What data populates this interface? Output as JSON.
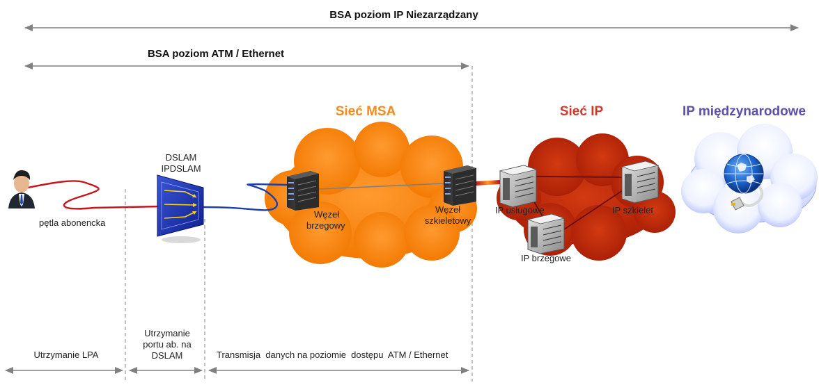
{
  "spans": {
    "ip_unmanaged": "BSA poziom IP Niezarządzany",
    "atm_ethernet": "BSA poziom ATM / Ethernet"
  },
  "regions": {
    "msa": "Sieć MSA",
    "ip": "Sieć IP",
    "international": "IP międzynarodowe"
  },
  "nodes": {
    "dslam_line1": "DSLAM",
    "dslam_line2": "IPDSLAM",
    "edge_line1": "Węzeł",
    "edge_line2": "brzegowy",
    "core_line1": "Węzeł",
    "core_line2": "szkieletowy",
    "ip_service": "IP usługowe",
    "ip_backbone": "IP szkielet",
    "ip_edge": "IP brzegowe"
  },
  "links": {
    "subscriber_loop": "pętla abonencka"
  },
  "segments": {
    "lpa": "Utrzymanie LPA",
    "port_line1": "Utrzymanie",
    "port_line2": "portu ab. na",
    "port_line3": "DSLAM",
    "transmission": "Transmisja  danych na poziomie  dostępu  ATM / Ethernet"
  },
  "icons": [
    "user-icon",
    "dslam-icon",
    "server-icon",
    "router-icon",
    "globe-icon"
  ],
  "colors": {
    "msa_cloud": "#ff7f0e",
    "msa_title": "#f28a1c",
    "ip_cloud": "#c1280a",
    "ip_title": "#d2382a",
    "international_title": "#5b4fa8",
    "loop_red": "#c4161c",
    "loop_blue": "#1e3fa8",
    "arrow_gray": "#808080"
  }
}
